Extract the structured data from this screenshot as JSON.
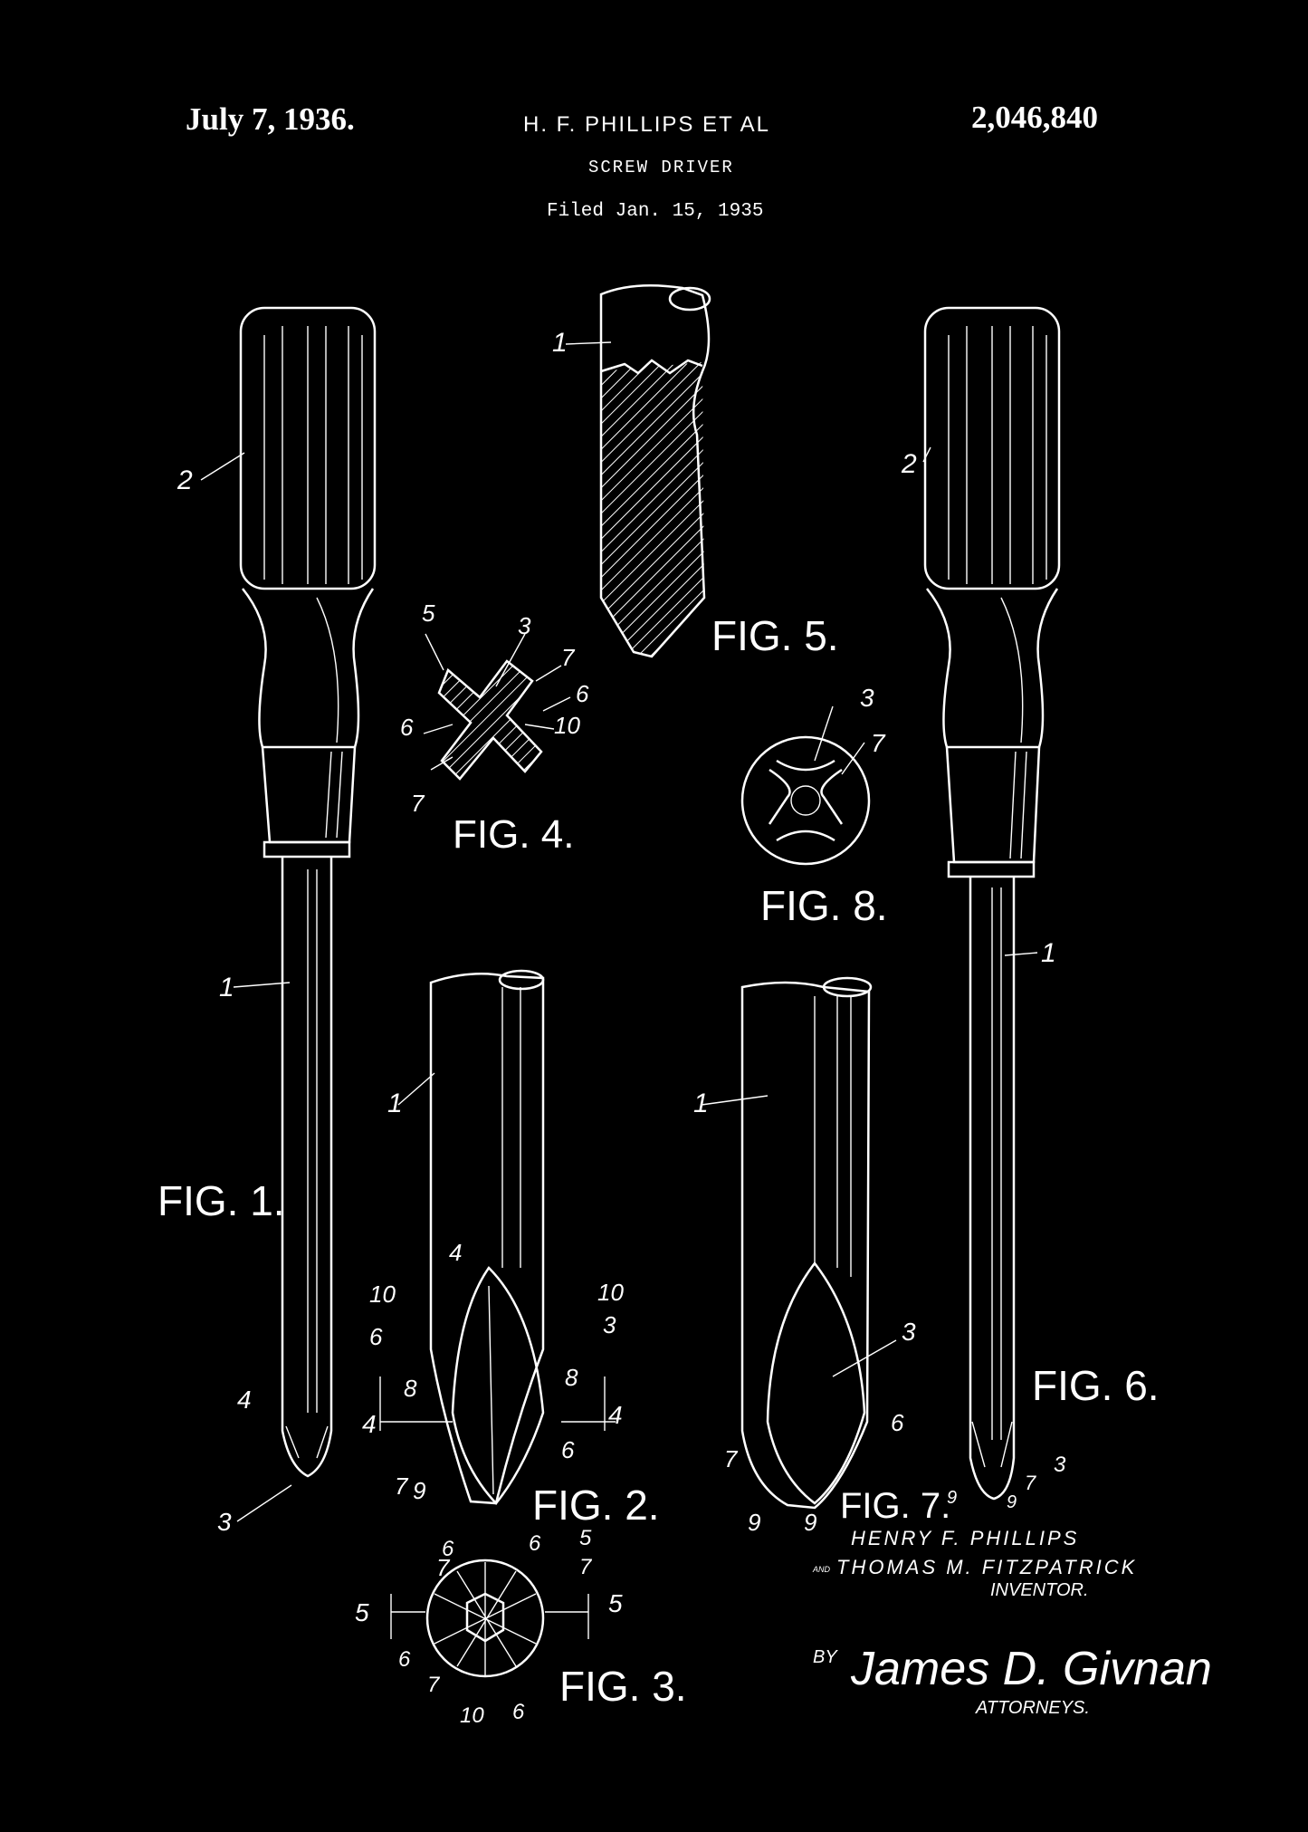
{
  "header": {
    "date": "July 7, 1936.",
    "inventors": "H. F. PHILLIPS ET AL",
    "patent_number": "2,046,840",
    "title": "SCREW DRIVER",
    "filed": "Filed Jan. 15, 1935"
  },
  "figures": {
    "fig1": "FIG. 1.",
    "fig2": "FIG. 2.",
    "fig3": "FIG. 3.",
    "fig4": "FIG. 4.",
    "fig5": "FIG. 5.",
    "fig6": "FIG. 6.",
    "fig7": "FIG. 7.",
    "fig8": "FIG. 8."
  },
  "signature": {
    "inventor1": "HENRY F. PHILLIPS",
    "inventor2": "THOMAS M. FITZPATRICK",
    "and_mark": "AND",
    "inventor_label": "INVENTOR.",
    "by": "BY",
    "attorney_signature": "James D. Givnan",
    "attorneys_label": "ATTORNEYS."
  },
  "colors": {
    "background": "#000000",
    "ink": "#ffffff"
  }
}
